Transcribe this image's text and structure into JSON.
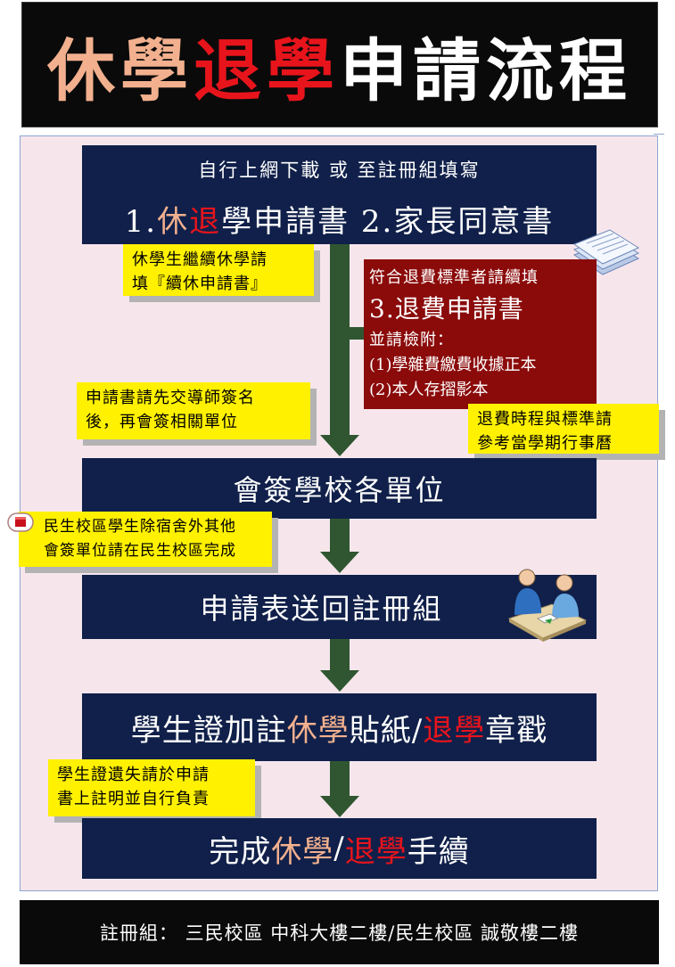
{
  "header": {
    "part1": "休學",
    "part2": "退學",
    "part3": "申請流程"
  },
  "step1": {
    "subtitle": "自行上網下載 或 至註冊組填寫",
    "prefix": "1.",
    "doc_a": "休",
    "doc_b": "退",
    "doc_c": "學申請書 2.家長同意書"
  },
  "notes": {
    "continue_leave_line1": "休學生繼續休學請",
    "continue_leave_line2": "填『續休申請書』",
    "advisor_line1": "申請書請先交導師簽名",
    "advisor_line2": "後，再會簽相關單位",
    "minsheng_line1": "民生校區學生除宿舍外其他",
    "minsheng_line2": "會簽單位請在民生校區完成",
    "refund_schedule_line1": "退費時程與標準請",
    "refund_schedule_line2": "參考當學期行事曆",
    "lost_card_line1": "學生證遺失請於申請",
    "lost_card_line2": "書上註明並自行負責"
  },
  "refund": {
    "line1": "符合退費標準者請續填",
    "line2": "3.退費申請書",
    "line3": "並請檢附：",
    "line4": "(1)學雜費繳費收據正本",
    "line5": "(2)本人存摺影本"
  },
  "step2": {
    "label": "會簽學校各單位"
  },
  "step3": {
    "label": "申請表送回註冊組"
  },
  "step4": {
    "a": "學生證加註",
    "b": "休學",
    "c": "貼紙/",
    "d": "退學",
    "e": "章戳"
  },
  "step5": {
    "a": "完成",
    "b": "休學",
    "c": "/",
    "d": "退學",
    "e": "手續"
  },
  "footer": {
    "text": "註冊組： 三民校區 中科大樓二樓/民生校區 誠敬樓二樓"
  },
  "icons": [
    "documents-icon",
    "meeting-icon",
    "red-bullet-icon"
  ],
  "colors": {
    "navy": "#10204a",
    "arrow_green": "#2f5631",
    "note_yellow": "#fff100",
    "refund_red": "#8b0a0a",
    "accent_red": "#e8141c",
    "accent_peach": "#f2b08e",
    "panel_pink": "#f6e6ec"
  }
}
